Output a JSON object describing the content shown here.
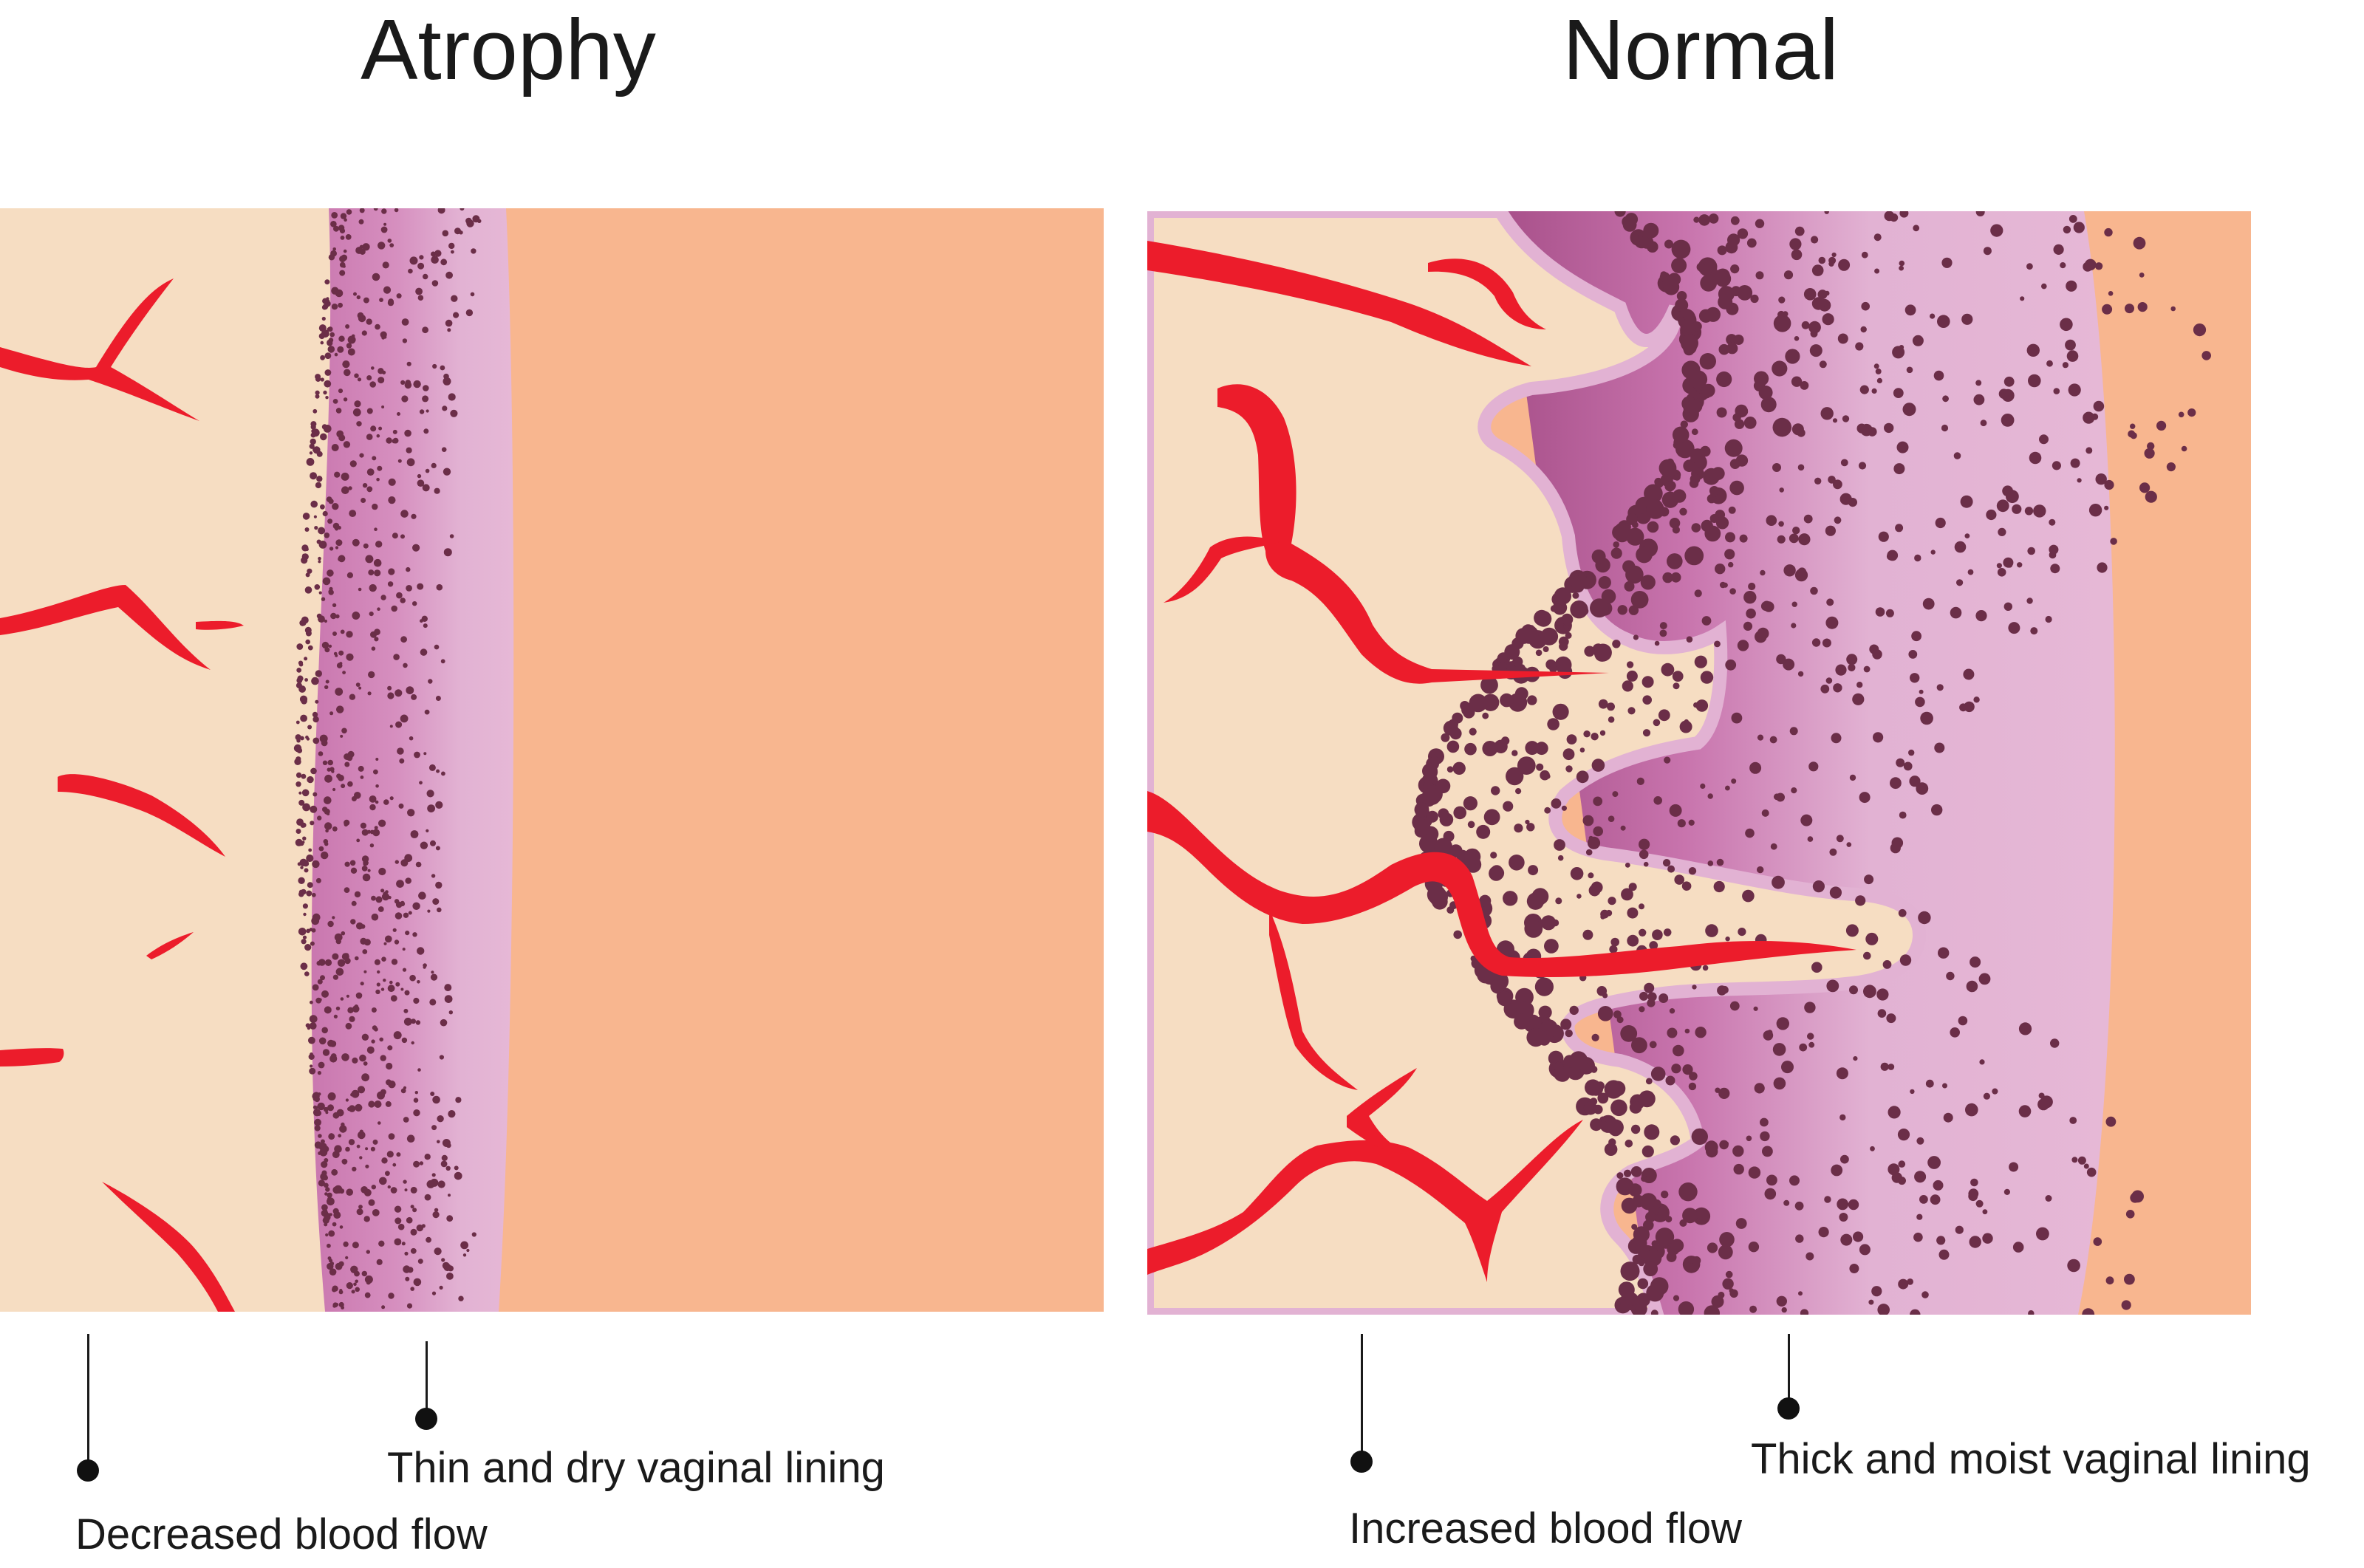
{
  "titles": {
    "left": "Atrophy",
    "right": "Normal"
  },
  "labels": {
    "left_blood": "Decreased blood flow",
    "left_lining": "Thin and dry vaginal lining",
    "right_blood": "Increased blood flow",
    "right_lining": "Thick and moist vaginal lining"
  },
  "colors": {
    "tissue": "#f6ddc2",
    "muscle": "#f8b68f",
    "epithelium_dark": "#c874ad",
    "epithelium_light": "#e2b2d3",
    "cells": "#6b2e48",
    "vessels": "#ec1c2b"
  }
}
